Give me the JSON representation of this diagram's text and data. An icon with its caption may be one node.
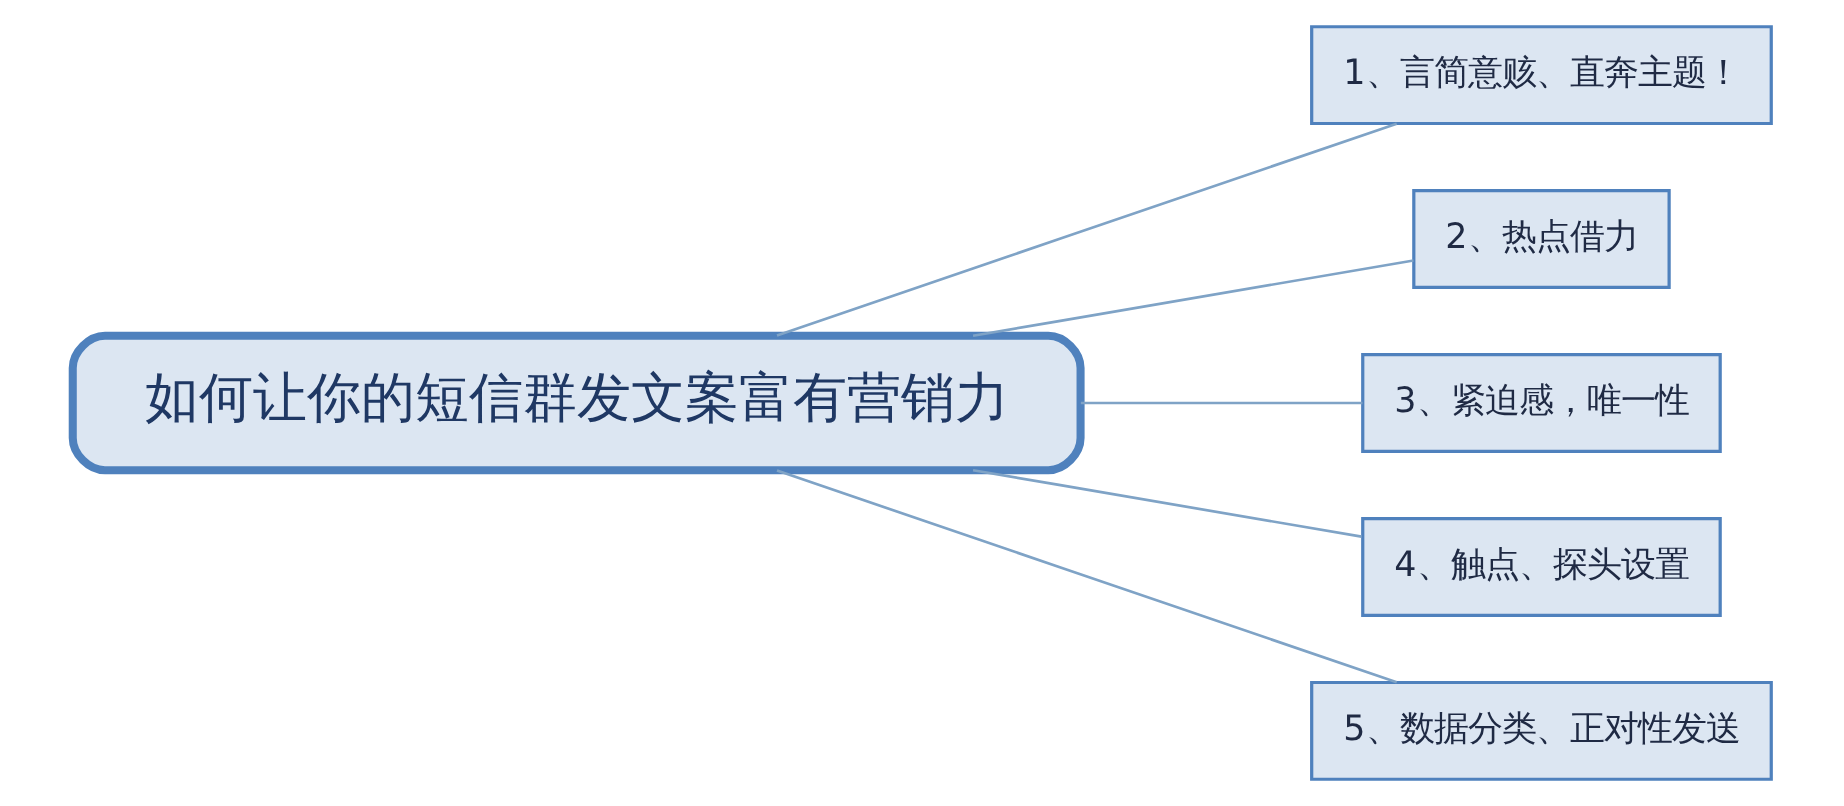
{
  "diagram": {
    "nodes": [
      {
        "text": [
          "如何让你的短信群发文案富有营销力"
        ]
      },
      {
        "text": [
          "1、言简意赅、直奔主题！"
        ]
      },
      {
        "text": [
          "2、热点借力"
        ]
      },
      {
        "text": [
          "3、紧迫感，唯一性"
        ]
      },
      {
        "text": [
          "4、触点、探头设置"
        ]
      },
      {
        "text": [
          "5、数据分类、正对性发送"
        ]
      }
    ],
    "edges": [
      {
        "from": 0,
        "to": 1,
        "arrow": "none"
      },
      {
        "from": 0,
        "to": 2,
        "arrow": "none"
      },
      {
        "from": 0,
        "to": 3,
        "arrow": "none"
      },
      {
        "from": 0,
        "to": 4,
        "arrow": "none"
      },
      {
        "from": 0,
        "to": 5,
        "arrow": "none"
      }
    ]
  }
}
